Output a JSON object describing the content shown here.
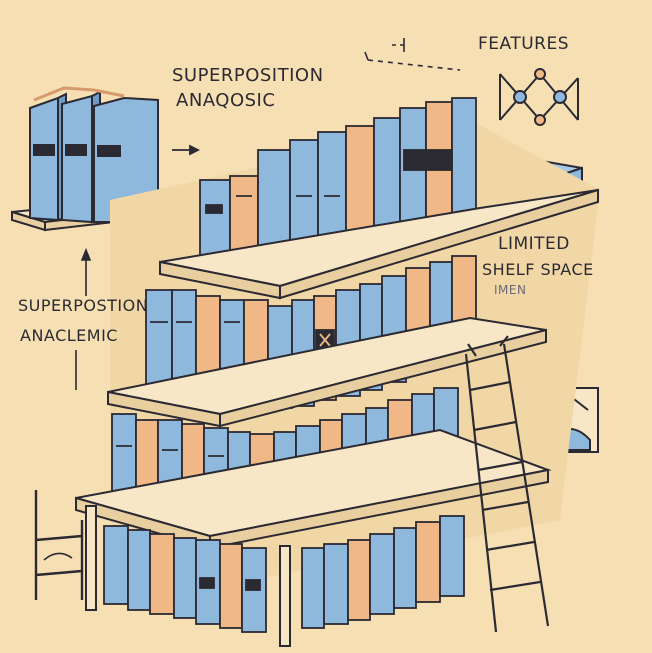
{
  "labels": {
    "superposition_top": "SUPERPOSITION",
    "analog_top": "ANAQOSIC",
    "features": "FEATURES",
    "limited": "LIMITED",
    "shelf_space": "SHELF SPACE",
    "imen": "IMEN",
    "superposition_left": "SUPERPOSTION",
    "analog_left": "ANACLEMIC"
  },
  "colors": {
    "background": "#f6dfb3",
    "book_blue": "#8fb8dd",
    "book_blue_dark": "#6f9cc6",
    "book_orange": "#f0b887",
    "book_orange_dark": "#d89a6a",
    "shelf": "#f8e7c6",
    "ink": "#2b2a33"
  }
}
